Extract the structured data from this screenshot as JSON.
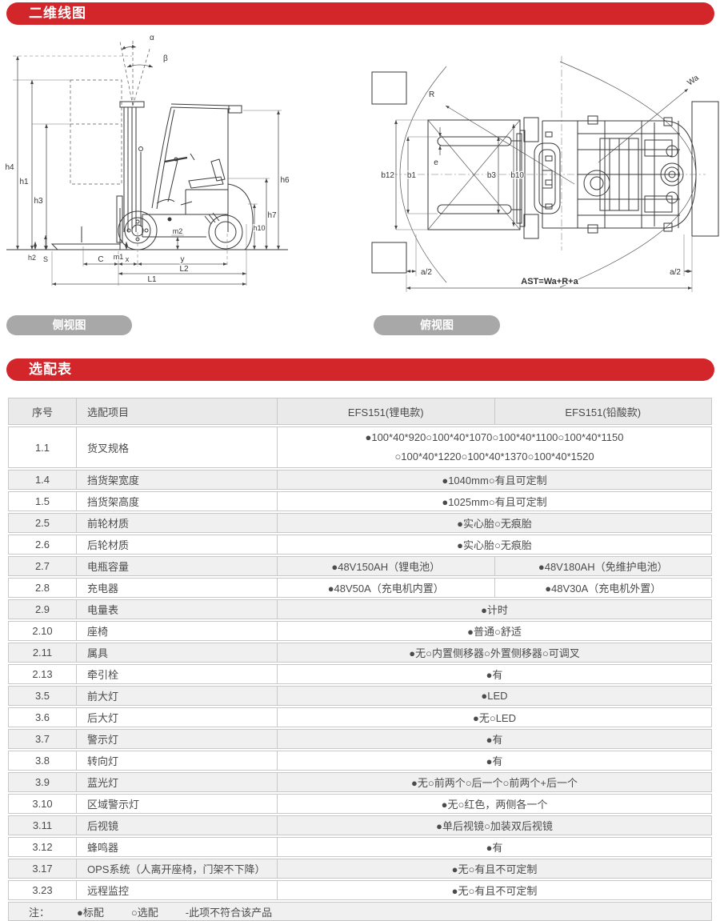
{
  "colors": {
    "banner_red": "#d2262b",
    "caption_gray": "#a8a8a8",
    "header_bg": "#eaeaea",
    "row_shade": "#f0f0f0",
    "border": "#c8c8c8"
  },
  "sections": {
    "diagram_title": "二维线图",
    "options_title": "选配表",
    "side_caption": "侧视图",
    "top_caption": "俯视图"
  },
  "side": {
    "labels": {
      "alpha": "α",
      "beta": "β",
      "h4": "h4",
      "h1": "h1",
      "h3": "h3",
      "h2": "h2",
      "s": "S",
      "c": "C",
      "x": "x",
      "y": "y",
      "l1": "L1",
      "l2": "L2",
      "m1": "m1",
      "m2": "m2",
      "h6": "h6",
      "h7": "h7",
      "h10": "h10"
    }
  },
  "top": {
    "labels": {
      "r": "R",
      "wa": "Wa",
      "e": "e",
      "b12": "b12",
      "b1": "b1",
      "b3": "b3",
      "b10": "b10",
      "a2_left": "a/2",
      "a2_right": "a/2",
      "ast": "AST=Wa+R+a"
    }
  },
  "table": {
    "header": [
      "序号",
      "选配项目",
      "EFS151(锂电款)",
      "EFS151(铅酸款)"
    ],
    "rows": [
      {
        "no": "1.1",
        "item": "货叉规格",
        "lines": [
          "●100*40*920○100*40*1070○100*40*1100○100*40*1150",
          "○100*40*1220○100*40*1370○100*40*1520"
        ]
      },
      {
        "no": "1.4",
        "item": "挡货架宽度",
        "values": [
          "●1040mm○有且可定制"
        ]
      },
      {
        "no": "1.5",
        "item": "挡货架高度",
        "values": [
          "●1025mm○有且可定制"
        ]
      },
      {
        "no": "2.5",
        "item": "前轮材质",
        "values": [
          "●实心胎○无痕胎"
        ]
      },
      {
        "no": "2.6",
        "item": "后轮材质",
        "values": [
          "●实心胎○无痕胎"
        ]
      },
      {
        "no": "2.7",
        "item": "电瓶容量",
        "values": [
          "●48V150AH（锂电池）",
          "●48V180AH（免维护电池）"
        ]
      },
      {
        "no": "2.8",
        "item": "充电器",
        "values": [
          "●48V50A（充电机内置）",
          "●48V30A（充电机外置）"
        ]
      },
      {
        "no": "2.9",
        "item": "电量表",
        "values": [
          "●计时"
        ]
      },
      {
        "no": "2.10",
        "item": "座椅",
        "values": [
          "●普通○舒适"
        ]
      },
      {
        "no": "2.11",
        "item": "属具",
        "values": [
          "●无○内置侧移器○外置侧移器○可调叉"
        ]
      },
      {
        "no": "2.13",
        "item": "牵引栓",
        "values": [
          "●有"
        ]
      },
      {
        "no": "3.5",
        "item": "前大灯",
        "values": [
          "●LED"
        ]
      },
      {
        "no": "3.6",
        "item": "后大灯",
        "values": [
          "●无○LED"
        ]
      },
      {
        "no": "3.7",
        "item": "警示灯",
        "values": [
          "●有"
        ]
      },
      {
        "no": "3.8",
        "item": "转向灯",
        "values": [
          "●有"
        ]
      },
      {
        "no": "3.9",
        "item": "蓝光灯",
        "values": [
          "●无○前两个○后一个○前两个+后一个"
        ]
      },
      {
        "no": "3.10",
        "item": "区域警示灯",
        "values": [
          "●无○红色，两侧各一个"
        ]
      },
      {
        "no": "3.11",
        "item": "后视镜",
        "values": [
          "●单后视镜○加装双后视镜"
        ]
      },
      {
        "no": "3.12",
        "item": "蜂鸣器",
        "values": [
          "●有"
        ]
      },
      {
        "no": "3.17",
        "item": "OPS系统（人离开座椅，门架不下降）",
        "values": [
          "●无○有且不可定制"
        ]
      },
      {
        "no": "3.23",
        "item": "远程监控",
        "values": [
          "●无○有且不可定制"
        ]
      }
    ],
    "note": {
      "label": "注：",
      "items": [
        "●标配",
        "○选配",
        "-此项不符合该产品"
      ]
    }
  }
}
